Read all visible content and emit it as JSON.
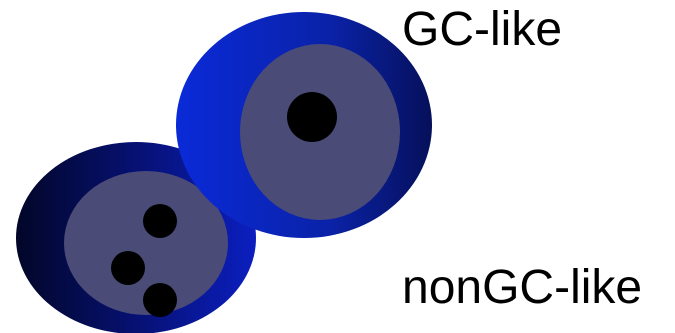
{
  "labels": {
    "gc": "GC-like",
    "nongc": "nonGC-like"
  },
  "colors": {
    "gc_outer_light": "#0a2ad8",
    "gc_outer_mid": "#0a22a8",
    "gc_outer_dark": "#06105a",
    "nongc_outer_light": "#0b1fc0",
    "nongc_outer_mid": "#07127a",
    "nongc_outer_dark": "#020628",
    "nucleus": "#4b4b78",
    "granule": "#000000",
    "background": "#ffffff"
  },
  "cells": [
    {
      "name": "nongc-like-cell",
      "granule_count": 3
    },
    {
      "name": "gc-like-cell",
      "granule_count": 1
    }
  ]
}
